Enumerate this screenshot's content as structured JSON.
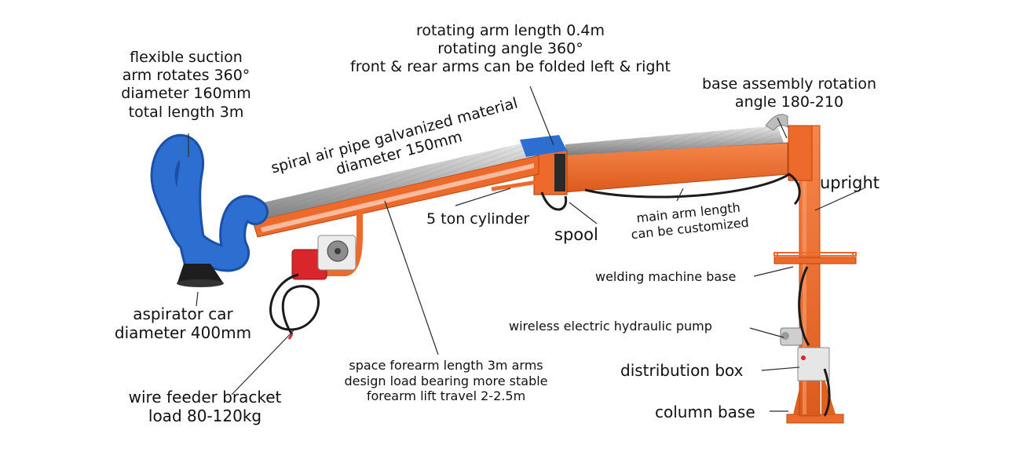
{
  "labels": {
    "suction_arm": [
      "flexible suction",
      "arm rotates 360°",
      "diameter 160mm",
      "total length 3m"
    ],
    "rotating_arm": [
      "rotating arm length 0.4m",
      "rotating angle 360°",
      "front & rear arms can be folded left & right"
    ],
    "base_rotation": [
      "base assembly rotation",
      "angle 180-210"
    ],
    "spiral_pipe": [
      "spiral air pipe galvanized material",
      "diameter 150mm"
    ],
    "upright": "upright",
    "cylinder": "5 ton cylinder",
    "spool": "spool",
    "main_arm": [
      "main arm length",
      "can be customized"
    ],
    "welding_base": "welding machine base",
    "aspirator": [
      "aspirator car",
      "diameter 400mm"
    ],
    "hydraulic_pump": "wireless electric hydraulic pump",
    "distribution_box": "distribution box",
    "wire_feeder": [
      "wire feeder bracket",
      "load 80-120kg"
    ],
    "forearm": [
      "space forearm length 3m arms",
      "design load bearing more stable",
      "forearm lift travel 2-2.5m"
    ],
    "column_base": "column base"
  },
  "colors": {
    "frame_orange": "#ee6a2a",
    "frame_dark": "#c9501b",
    "hose_blue": "#2d6fd1",
    "hose_dark": "#1b4fa8",
    "pipe_silver": "#b8b8b8",
    "pipe_dark": "#8a8a8a",
    "machine_red": "#d8262b",
    "cable": "#1b1b1b",
    "leader_line": "#2b2b2b"
  }
}
